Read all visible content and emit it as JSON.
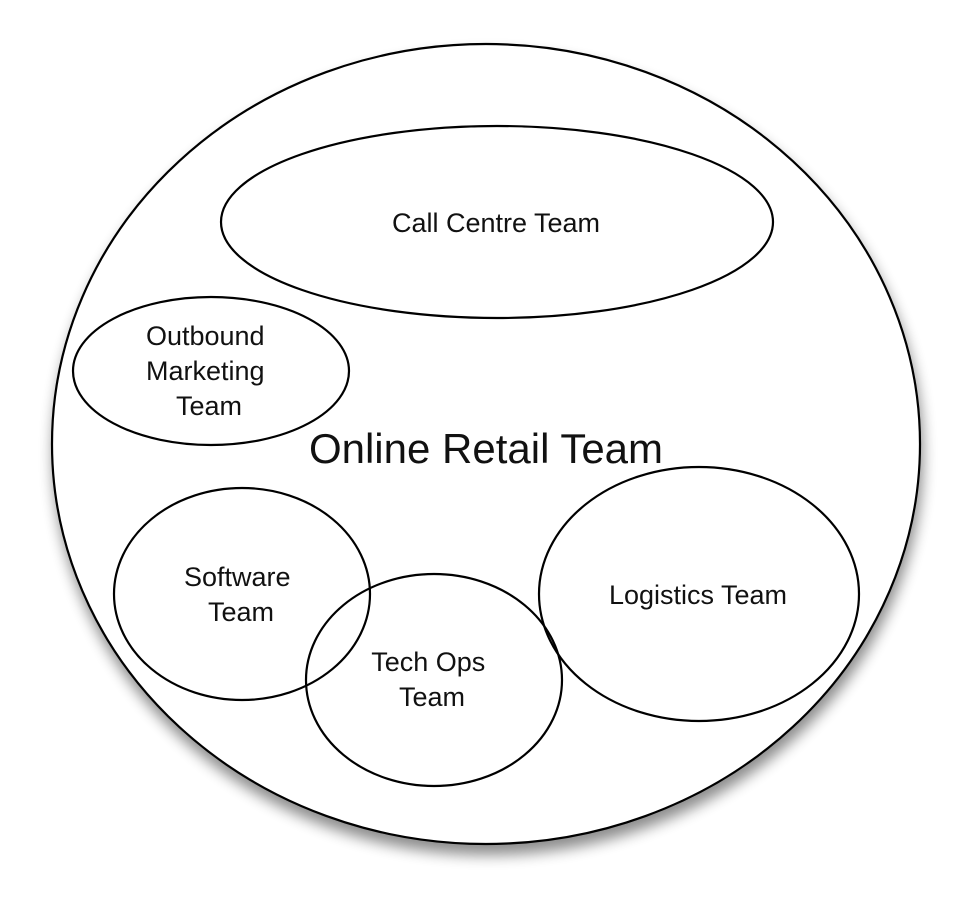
{
  "diagram": {
    "outer": {
      "label": "Online Retail Team"
    },
    "teams": {
      "call_centre": {
        "label": [
          "Call Centre Team"
        ]
      },
      "outbound_marketing": {
        "label": [
          "Outbound",
          "Marketing",
          "Team"
        ]
      },
      "software": {
        "label": [
          "Software",
          "Team"
        ]
      },
      "tech_ops": {
        "label": [
          "Tech Ops",
          "Team"
        ]
      },
      "logistics": {
        "label": [
          "Logistics Team"
        ]
      }
    }
  },
  "colors": {
    "background": "#ffffff",
    "stroke": "#000000",
    "text": "#111111",
    "shadow": "#000000"
  }
}
